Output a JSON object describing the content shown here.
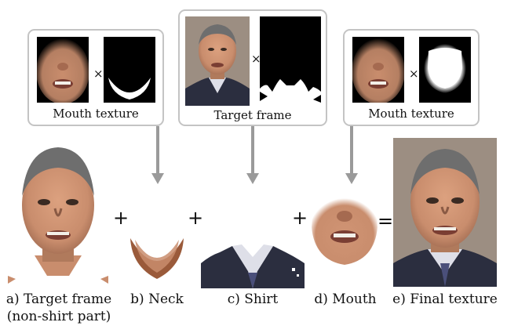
{
  "input_boxes": {
    "left": {
      "label": "Mouth texture"
    },
    "center": {
      "label": "Target frame"
    },
    "right": {
      "label": "Mouth texture"
    }
  },
  "multiply_symbol": "×",
  "operators": {
    "plus": "+",
    "equals": "="
  },
  "captions": {
    "a_line1": "a) Target frame",
    "a_line2": "(non-shirt part)",
    "b": "b) Neck",
    "c": "c) Shirt",
    "d": "d) Mouth",
    "e": "e) Final texture"
  },
  "colors": {
    "box_border": "#c4c4c4",
    "arrow": "#9a9a9a",
    "skin": "#c98d6d",
    "hair": "#6e6e6e",
    "suit": "#2b2e3f",
    "shirt": "#dedfe8",
    "mask_bg": "#000000",
    "mask_fg": "#ffffff"
  }
}
